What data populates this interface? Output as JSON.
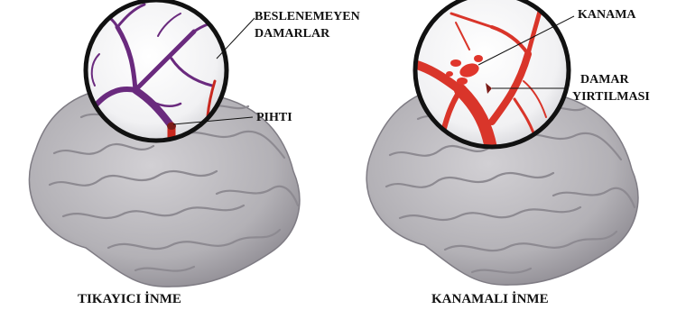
{
  "panels": {
    "ischemic": {
      "caption": "TIKAYICI İNME",
      "labels": {
        "unfed_vessels_line1": "BESLENEMEYEN",
        "unfed_vessels_line2": "DAMARLAR",
        "clot": "PIHTI"
      },
      "colors": {
        "unfed_vessel": "#6a2a7e",
        "artery": "#c8281f"
      }
    },
    "hemorrhagic": {
      "caption": "KANAMALI İNME",
      "labels": {
        "bleeding": "KANAMA",
        "rupture_line1": "DAMAR",
        "rupture_line2": "YIRTILMASI"
      },
      "colors": {
        "artery": "#d9352a",
        "blood": "#e0362c"
      }
    }
  },
  "colors": {
    "brain": "#b9b7bb",
    "brain_fold": "#8d8a91",
    "lens_ring": "#111111"
  }
}
